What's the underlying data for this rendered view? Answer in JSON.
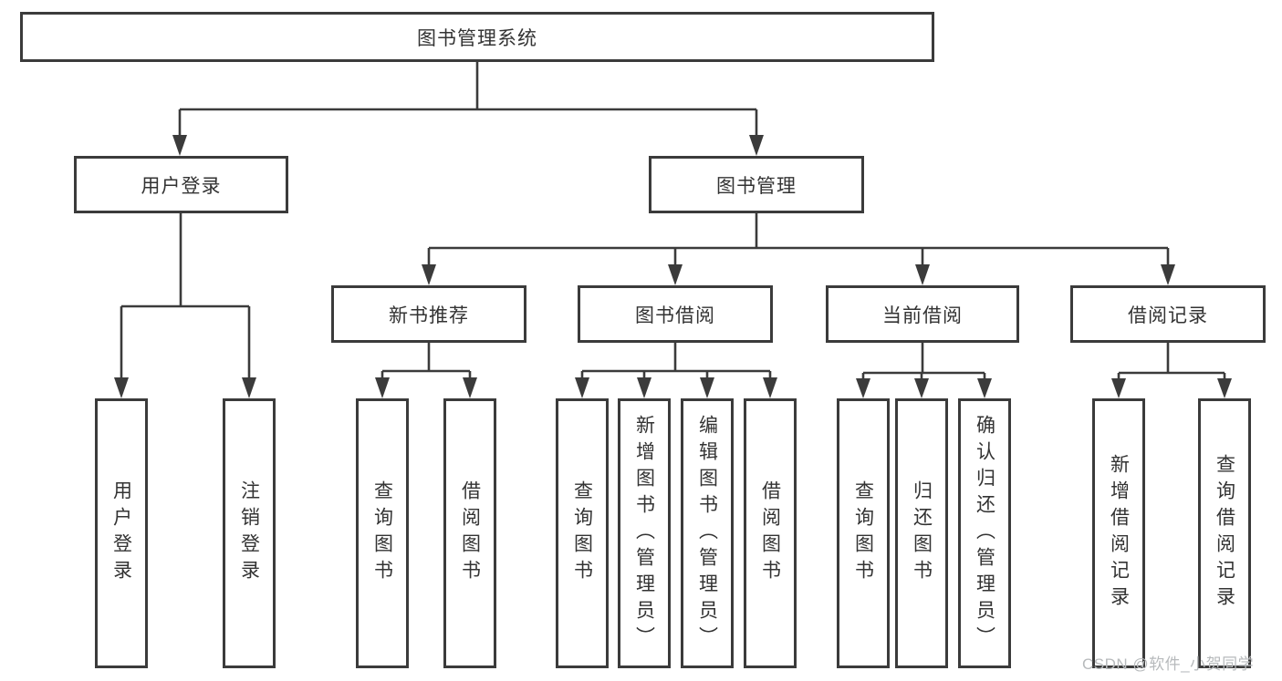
{
  "diagram": {
    "root": "图书管理系统",
    "branches": [
      {
        "label": "用户登录",
        "children": [
          "用户登录",
          "注销登录"
        ]
      },
      {
        "label": "图书管理",
        "sections": [
          {
            "label": "新书推荐",
            "children": [
              "查询图书",
              "借阅图书"
            ]
          },
          {
            "label": "图书借阅",
            "children": [
              "查询图书",
              "新增图书（管理员）",
              "编辑图书（管理员）",
              "借阅图书"
            ]
          },
          {
            "label": "当前借阅",
            "children": [
              "查询图书",
              "归还图书",
              "确认归还（管理员）"
            ]
          },
          {
            "label": "借阅记录",
            "children": [
              "新增借阅记录",
              "查询借阅记录"
            ]
          }
        ]
      }
    ]
  },
  "watermark": "CSDN @软件_小贺同学",
  "colors": {
    "line": "#3b3b3b",
    "text": "#333333",
    "background": "#ffffff",
    "watermark": "#b7babc"
  }
}
